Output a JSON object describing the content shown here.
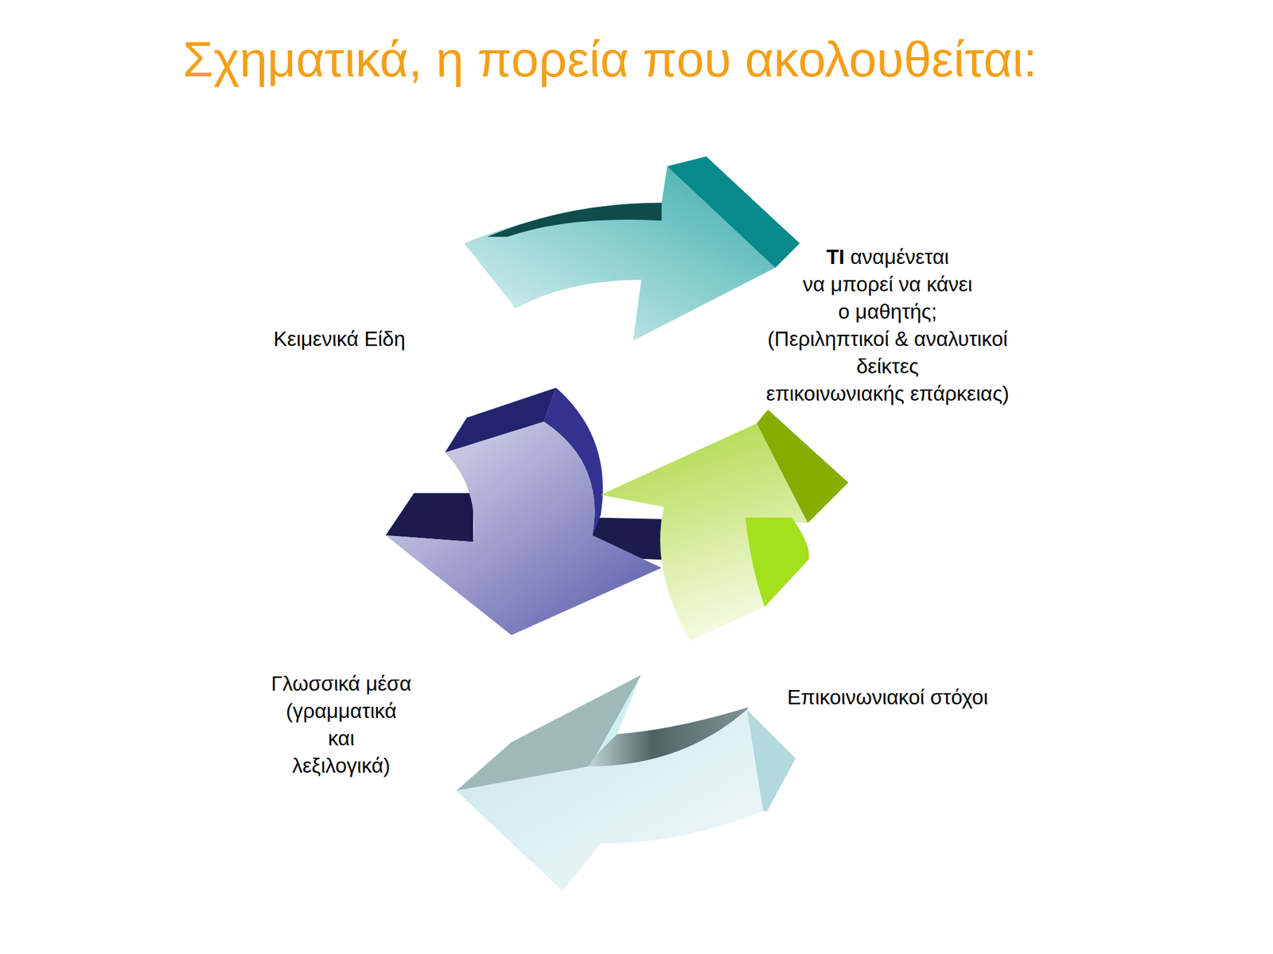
{
  "diagram": {
    "title": "Σχηματικά, η πορεία που ακολουθείται:",
    "labels": [
      "Κειμενικά Είδη",
      "ΤΙ",
      "αναμένεται",
      "να μπορεί να κάνει",
      "ο μαθητής;",
      "(Περιληπτικοί & αναλυτικοί",
      "δείκτες",
      "επικοινωνιακής επάρκειας)",
      "Επικοινωνιακοί στόχοι",
      "Γλωσσικά μέσα",
      "(γραμματικά",
      "και",
      "λεξιλογικά)"
    ]
  }
}
